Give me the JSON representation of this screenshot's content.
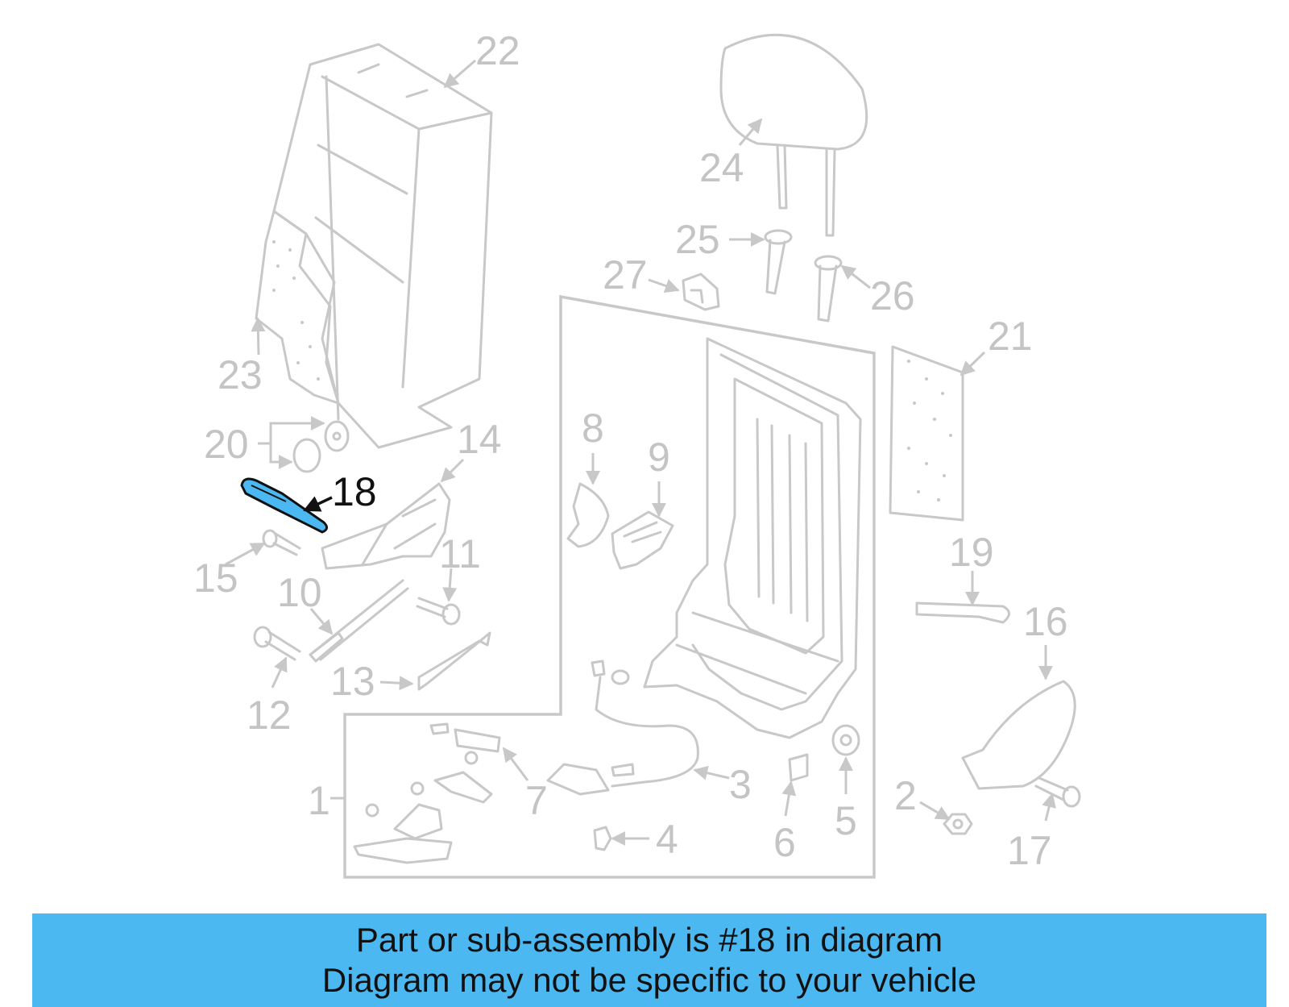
{
  "callouts": {
    "c1": "1",
    "c2": "2",
    "c3": "3",
    "c4": "4",
    "c5": "5",
    "c6": "6",
    "c7": "7",
    "c8": "8",
    "c9": "9",
    "c10": "10",
    "c11": "11",
    "c12": "12",
    "c13": "13",
    "c14": "14",
    "c15": "15",
    "c16": "16",
    "c17": "17",
    "c18": "18",
    "c19": "19",
    "c20": "20",
    "c21": "21",
    "c22": "22",
    "c23": "23",
    "c24": "24",
    "c25": "25",
    "c26": "26",
    "c27": "27"
  },
  "highlighted_part": "18",
  "colors": {
    "highlight": "#4cb8f2",
    "line_art": "#c8c8c8",
    "callout_text": "#c4c4c4",
    "highlight_text": "#111111"
  },
  "banner": {
    "line1": "Part or sub-assembly is #18 in diagram",
    "line2": "Diagram may not be specific to your vehicle"
  }
}
